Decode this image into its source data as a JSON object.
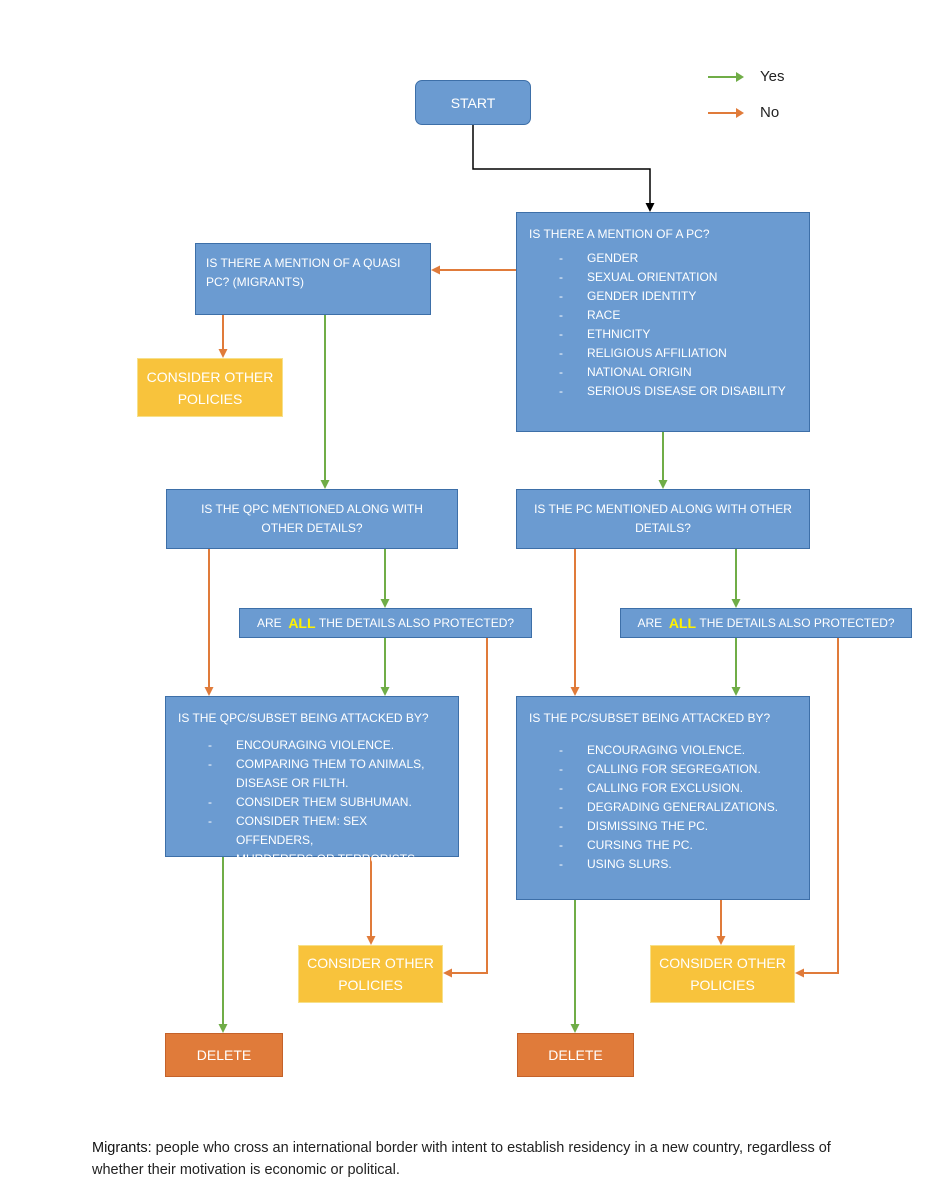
{
  "legend": {
    "yes": {
      "label": "Yes",
      "color": "#70ad47"
    },
    "no": {
      "label": "No",
      "color": "#e07b3a"
    }
  },
  "colors": {
    "question_box": "#6b9bd1",
    "consider_box": "#f8c33c",
    "delete_box": "#e07b3a",
    "start_connector": "#000000"
  },
  "nodes": {
    "start": {
      "label": "START"
    },
    "pc_question": {
      "title": "IS THERE A MENTION  OF A PC?",
      "items": [
        "GENDER",
        "SEXUAL ORIENTATION",
        "GENDER IDENTITY",
        "RACE",
        "ETHNICITY",
        "RELIGIOUS AFFILIATION",
        "NATIONAL ORIGIN",
        "SERIOUS DISEASE OR DISABILITY"
      ]
    },
    "qpc_question": {
      "line1": "IS THERE A MENTION  OF A QUASI",
      "line2": "PC? (MIGRANTS)"
    },
    "consider_left_top": {
      "line1": "CONSIDER OTHER",
      "line2": "POLICIES"
    },
    "qpc_details": {
      "line1": "IS THE QPC MENTIONED  ALONG WITH",
      "line2": "OTHER  DETAILS?"
    },
    "pc_details": {
      "line1": "IS THE PC MENTIONED  ALONG WITH OTHER",
      "line2": "DETAILS?"
    },
    "all_protected_left": {
      "prefix": "ARE",
      "emphasis": "ALL",
      "suffix": "THE DETAILS ALSO PROTECTED?"
    },
    "all_protected_right": {
      "prefix": "ARE",
      "emphasis": "ALL",
      "suffix": "THE DETAILS ALSO PROTECTED?"
    },
    "qpc_attack": {
      "title": "IS THE QPC/SUBSET BEING  ATTACKED  BY?",
      "items": [
        "ENCOURAGING  VIOLENCE.",
        "COMPARING  THEM  TO  ANIMALS,",
        "DISEASE OR FILTH.",
        "CONSIDER THEM SUBHUMAN.",
        "CONSIDER THEM:  SEX OFFENDERS,",
        "MURDERERS OR TERRORISTS"
      ],
      "dashed": [
        true,
        true,
        false,
        true,
        true,
        false
      ]
    },
    "pc_attack": {
      "title": "IS THE PC/SUBSET BEING  ATTACKED  BY?",
      "items": [
        "ENCOURAGING  VIOLENCE.",
        "CALLING FOR SEGREGATION.",
        "CALLING FOR EXCLUSION.",
        "DEGRADING GENERALIZATIONS.",
        "DISMISSING THE PC.",
        "CURSING THE PC.",
        "USING SLURS."
      ]
    },
    "consider_left_bottom": {
      "line1": "CONSIDER OTHER",
      "line2": "POLICIES"
    },
    "consider_right_bottom": {
      "line1": "CONSIDER OTHER",
      "line2": "POLICIES"
    },
    "delete_left": {
      "label": "DELETE"
    },
    "delete_right": {
      "label": "DELETE"
    }
  },
  "edges": [
    {
      "from": "start",
      "to": "pc_question",
      "kind": "start"
    },
    {
      "from": "pc_question",
      "to": "qpc_question",
      "kind": "no"
    },
    {
      "from": "pc_question",
      "to": "pc_details",
      "kind": "yes"
    },
    {
      "from": "qpc_question",
      "to": "consider_left_top",
      "kind": "no"
    },
    {
      "from": "qpc_question",
      "to": "qpc_details",
      "kind": "yes"
    },
    {
      "from": "qpc_details",
      "to": "qpc_attack",
      "kind": "no"
    },
    {
      "from": "qpc_details",
      "to": "all_protected_left",
      "kind": "yes"
    },
    {
      "from": "all_protected_left",
      "to": "qpc_attack",
      "kind": "yes"
    },
    {
      "from": "all_protected_left",
      "to": "consider_left_bottom",
      "kind": "no"
    },
    {
      "from": "qpc_attack",
      "to": "delete_left",
      "kind": "yes"
    },
    {
      "from": "qpc_attack",
      "to": "consider_left_bottom",
      "kind": "no"
    },
    {
      "from": "pc_details",
      "to": "pc_attack",
      "kind": "no"
    },
    {
      "from": "pc_details",
      "to": "all_protected_right",
      "kind": "yes"
    },
    {
      "from": "all_protected_right",
      "to": "pc_attack",
      "kind": "yes"
    },
    {
      "from": "all_protected_right",
      "to": "consider_right_bottom",
      "kind": "no"
    },
    {
      "from": "pc_attack",
      "to": "delete_right",
      "kind": "yes"
    },
    {
      "from": "pc_attack",
      "to": "consider_right_bottom",
      "kind": "no"
    }
  ],
  "footnote": {
    "term": "Migrants:",
    "text": "people who cross an international border with intent to establish residency in a new country, regardless of whether their motivation is economic or political."
  }
}
